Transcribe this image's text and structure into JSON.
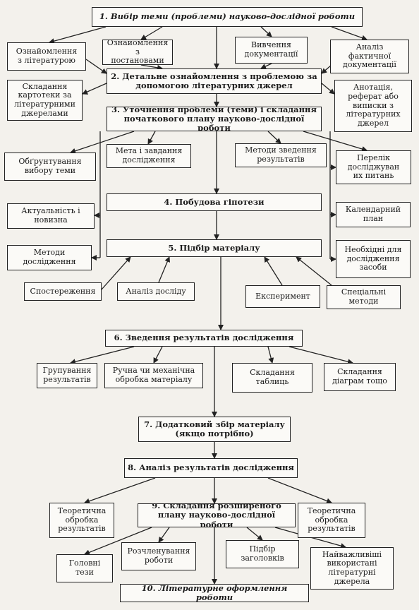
{
  "steps": {
    "s1": "1. Вибір теми (проблеми) науково-дослідної роботи",
    "s2": "2. Детальне ознайомлення з проблемою за\nдопомогою літературних джерел",
    "s3": "3. Уточнення проблеми (теми) і складання\nпочаткового плану науково-дослідної роботи",
    "s4": "4. Побудова гіпотези",
    "s5": "5. Підбір матеріалу",
    "s6": "6. Зведення результатів дослідження",
    "s7": "7. Додатковий збір матеріалу\n(якщо потрібно)",
    "s8": "8. Аналіз результатів дослідження",
    "s9": "9. Складання розширеного\nплану науково-дослідної роботи",
    "s10": "10. Літературне оформлення роботи"
  },
  "nodes": {
    "n_lit": "Ознайомлення\nз літературою",
    "n_post": "Ознайомлення з\nпостановами",
    "n_doc": "Вивчення\nдокументації",
    "n_fact": "Аналіз\nфактичної\nдокументації",
    "n_kart": "Складання\nкартотеки за\nлітературними\nджерелами",
    "n_anot": "Анотація,\nреферат або\nвиписки з\nлітературних\nджерел",
    "n_obg": "Обґрунтування\nвибору теми",
    "n_meta": "Мета і завдання\nдослідження",
    "n_metz": "Методи зведення\nрезультатів",
    "n_perel": "Перелік\nдосліджуван\nих питань",
    "n_akt": "Актуальність і\nновизна",
    "n_kal": "Календарний\nплан",
    "n_metd": "Методи\nдослідження",
    "n_zas": "Необхідні для\nдослідження\nзасоби",
    "n_spost": "Спостереження",
    "n_anal": "Аналіз досліду",
    "n_eksp": "Експеримент",
    "n_spec": "Спеціальні\nметоди",
    "n_grup": "Групування\nрезультатів",
    "n_ruch": "Ручна чи механічна\nобробка матеріалу",
    "n_tabl": "Складання\nтаблиць",
    "n_diag": "Складання\nдіаграм тощо",
    "n_teor1": "Теоретична\nобробка\nрезультатів",
    "n_teor2": "Теоретична\nобробка\nрезультатів",
    "n_roz": "Розчленування\nроботи",
    "n_zag": "Підбір\nзаголовків",
    "n_golov": "Головні\nтези",
    "n_najv": "Найважливіші\nвикористані\nлітературні\nджерела"
  }
}
